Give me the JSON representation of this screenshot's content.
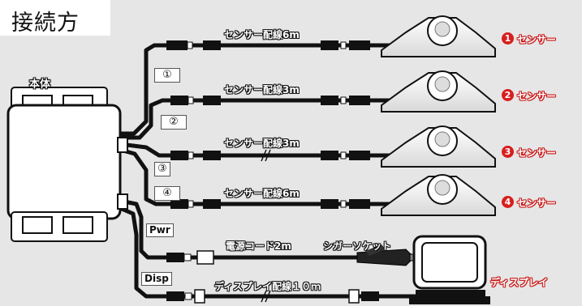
{
  "title": "接続方",
  "main_unit_label": "本体",
  "cable_numbers": [
    "①",
    "②",
    "③",
    "④"
  ],
  "sensor_cables": [
    {
      "label": "センサー配線6m"
    },
    {
      "label": "センサー配線3m"
    },
    {
      "label": "センサー配線3m"
    },
    {
      "label": "センサー配線6m"
    }
  ],
  "sensors": [
    {
      "number": "1",
      "label": "センサー"
    },
    {
      "number": "2",
      "label": "センサー"
    },
    {
      "number": "3",
      "label": "センサー"
    },
    {
      "number": "4",
      "label": "センサー"
    }
  ],
  "power": {
    "tag": "Pwr",
    "cable_label": "電源コード2m",
    "plug_label": "シガーソケット"
  },
  "display": {
    "tag": "Disp",
    "cable_label": "ディスプレイ配線１０ｍ",
    "unit_label": "ディスプレイ"
  },
  "colors": {
    "background": "#e6e6e6",
    "cable": "#111111",
    "sensor_badge": "#d81e1e",
    "device_fill": "#ffffff"
  }
}
